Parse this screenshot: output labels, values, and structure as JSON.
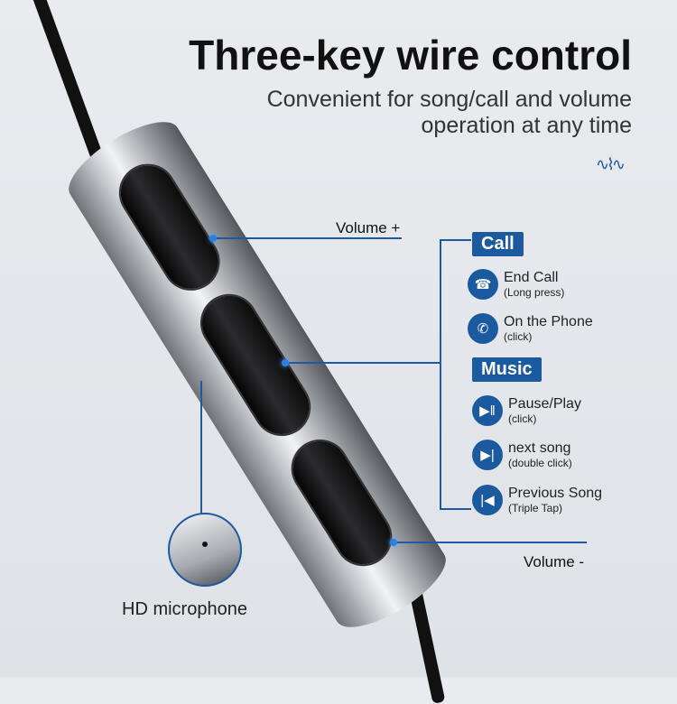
{
  "header": {
    "title": "Three-key wire control",
    "subtitle_line1": "Convenient for song/call and volume",
    "subtitle_line2": "operation at any time"
  },
  "labels": {
    "volume_up": "Volume +",
    "volume_down": "Volume -",
    "microphone": "HD microphone"
  },
  "call": {
    "tag": "Call",
    "items": [
      {
        "title": "End Call",
        "note": "(Long press)",
        "icon": "hang-up-icon"
      },
      {
        "title": "On the Phone",
        "note": "(click)",
        "icon": "phone-icon"
      }
    ]
  },
  "music": {
    "tag": "Music",
    "items": [
      {
        "title": "Pause/Play",
        "note": "(click)",
        "icon": "play-pause-icon"
      },
      {
        "title": "next song",
        "note": "(double click)",
        "icon": "next-track-icon"
      },
      {
        "title": "Previous Song",
        "note": "(Triple Tap)",
        "icon": "previous-track-icon"
      }
    ]
  },
  "colors": {
    "accent": "#1c5aa0"
  }
}
